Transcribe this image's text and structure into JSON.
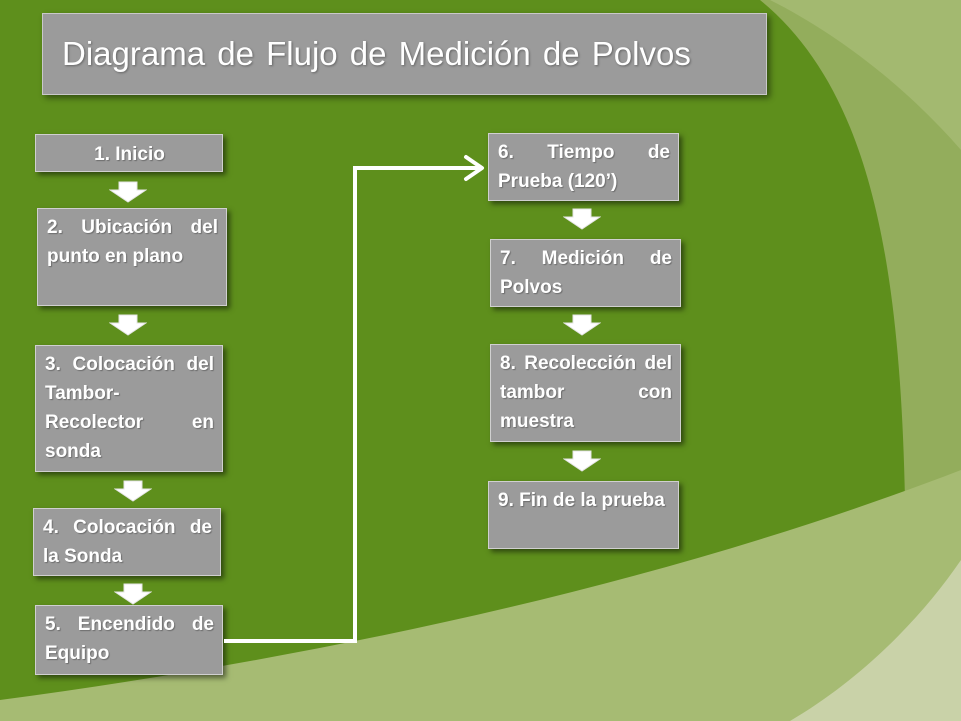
{
  "title": "Diagrama de Flujo de Medición de Polvos",
  "steps": [
    {
      "label": "1. Inicio"
    },
    {
      "label": "2. Ubicación del punto en plano"
    },
    {
      "label": "3. Colocación del Tambor-Recolector en sonda"
    },
    {
      "label": "4. Colocación de la Sonda"
    },
    {
      "label": "5. Encendido de Equipo"
    },
    {
      "label": "6. Tiempo de Prueba (120’)"
    },
    {
      "label": "7. Medición de Polvos"
    },
    {
      "label": "8. Recolección del tambor con muestra"
    },
    {
      "label": "9. Fin de la prueba"
    }
  ],
  "colors": {
    "background": "#5e8f1c",
    "box": "#9b9b9b",
    "text": "#ffffff",
    "curve_light": "#a6bb73",
    "curve_pale": "#c9d2a8"
  }
}
